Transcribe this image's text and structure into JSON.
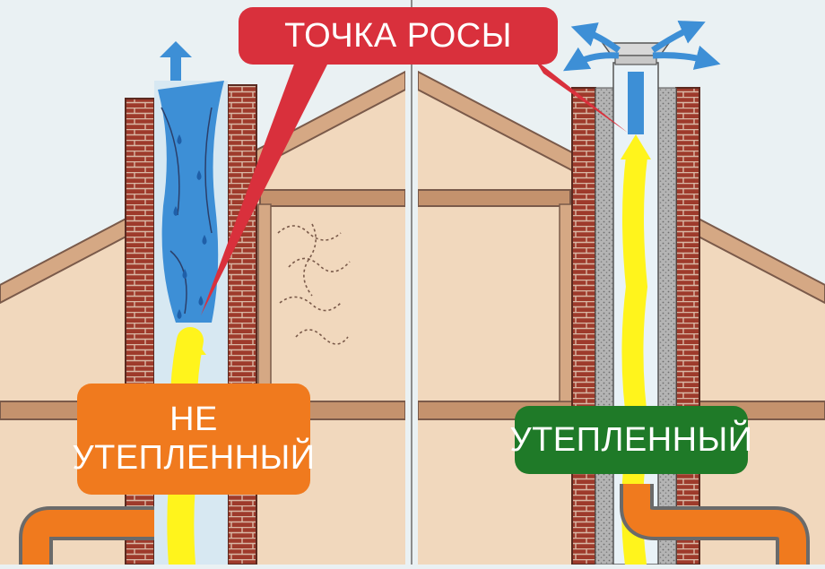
{
  "labels": {
    "dew_point": "ТОЧКА РОСЫ",
    "uninsulated_line1": "НЕ",
    "uninsulated_line2": "УТЕПЛЕННЫЙ",
    "insulated": "УТЕПЛЕННЫЙ"
  },
  "colors": {
    "sky": "#eaf1f3",
    "wall": "#f1d8bd",
    "roof_trim": "#d5a884",
    "beam": "#c4926d",
    "outline": "#7a5a4a",
    "brick": "#9e3a2b",
    "brick_mortar": "#d9b8a5",
    "insulation": "#a8a8a8",
    "flue_gas": "#fff41c",
    "condensate": "#3d8fd6",
    "pipe": "#f07a1e",
    "dew_label": "#d9303c",
    "uninsulated_label": "#f07a1e",
    "insulated_label": "#1f7a28"
  },
  "icons": [
    "upward-arrow-icon",
    "water-drop-icon",
    "damp-wall-icon"
  ]
}
